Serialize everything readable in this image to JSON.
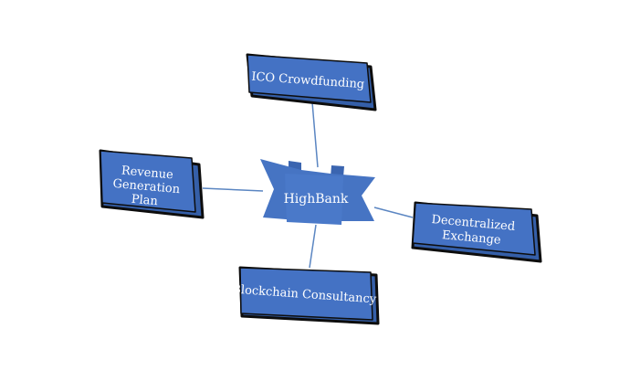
{
  "diagram": {
    "center": {
      "label": "HighBank"
    },
    "nodes": [
      {
        "id": "ico",
        "lines": [
          "ICO Crowdfunding"
        ]
      },
      {
        "id": "revenue",
        "lines": [
          "Revenue",
          "Generation",
          "Plan"
        ]
      },
      {
        "id": "exchange",
        "lines": [
          "Decentralized",
          "Exchange"
        ]
      },
      {
        "id": "consultancy",
        "lines": [
          "Blockchain Consultancy"
        ]
      }
    ]
  },
  "colors": {
    "box_fill": "#4472C4",
    "box_side": "#355fa8",
    "box_outline": "#0d0d0d",
    "connector": "#5b86c2",
    "center_fill": "#4674c3",
    "center_dark": "#3b65b0",
    "text": "#ffffff"
  }
}
